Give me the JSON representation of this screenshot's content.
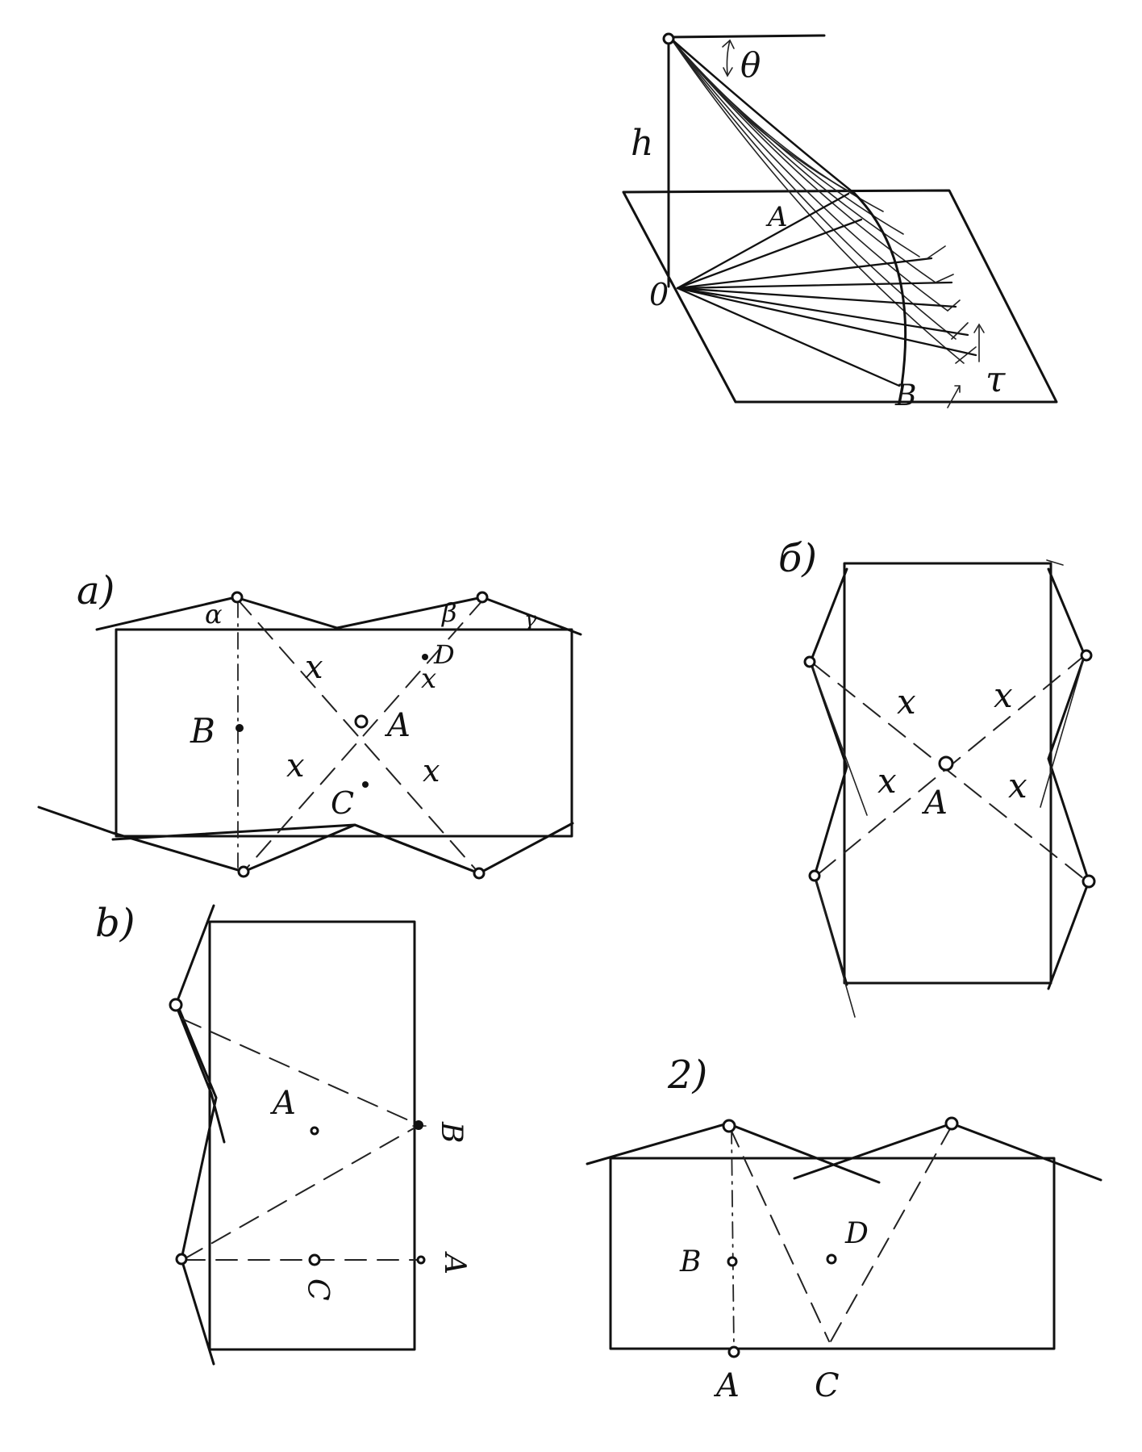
{
  "perspective": {
    "labels": {
      "h": "h",
      "theta": "θ",
      "o": "0",
      "a": "A",
      "b": "B",
      "tau": "τ"
    }
  },
  "panel_a": {
    "caption": "a)",
    "labels": {
      "alpha": "α",
      "beta": "β",
      "gamma": "γ",
      "x1": "x",
      "x2": "x",
      "x3": "x",
      "x4": "x",
      "b": "B",
      "a": "A",
      "c": "C",
      "d": "D"
    }
  },
  "panel_b": {
    "caption": "б)",
    "labels": {
      "x1": "x",
      "x2": "x",
      "x3": "x",
      "x4": "x",
      "a": "A"
    }
  },
  "panel_v": {
    "caption": "b)",
    "labels": {
      "a_upper": "A",
      "b": "B",
      "c": "C",
      "a_right": "A"
    }
  },
  "panel_g": {
    "caption": "2)",
    "labels": {
      "b": "B",
      "d": "D",
      "a": "A",
      "c": "C"
    }
  }
}
